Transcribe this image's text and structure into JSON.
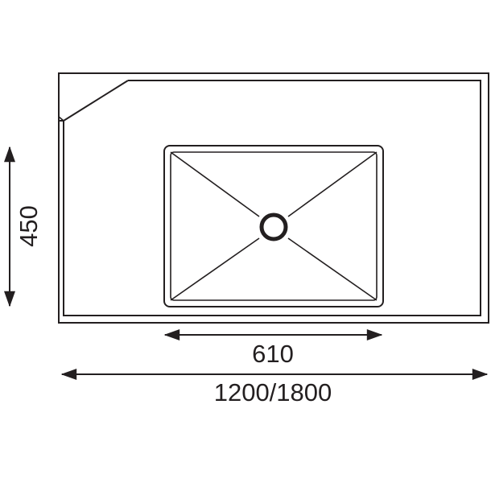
{
  "dimensions": {
    "depth": "450",
    "bowl_width": "610",
    "overall_width": "1200/1800"
  }
}
